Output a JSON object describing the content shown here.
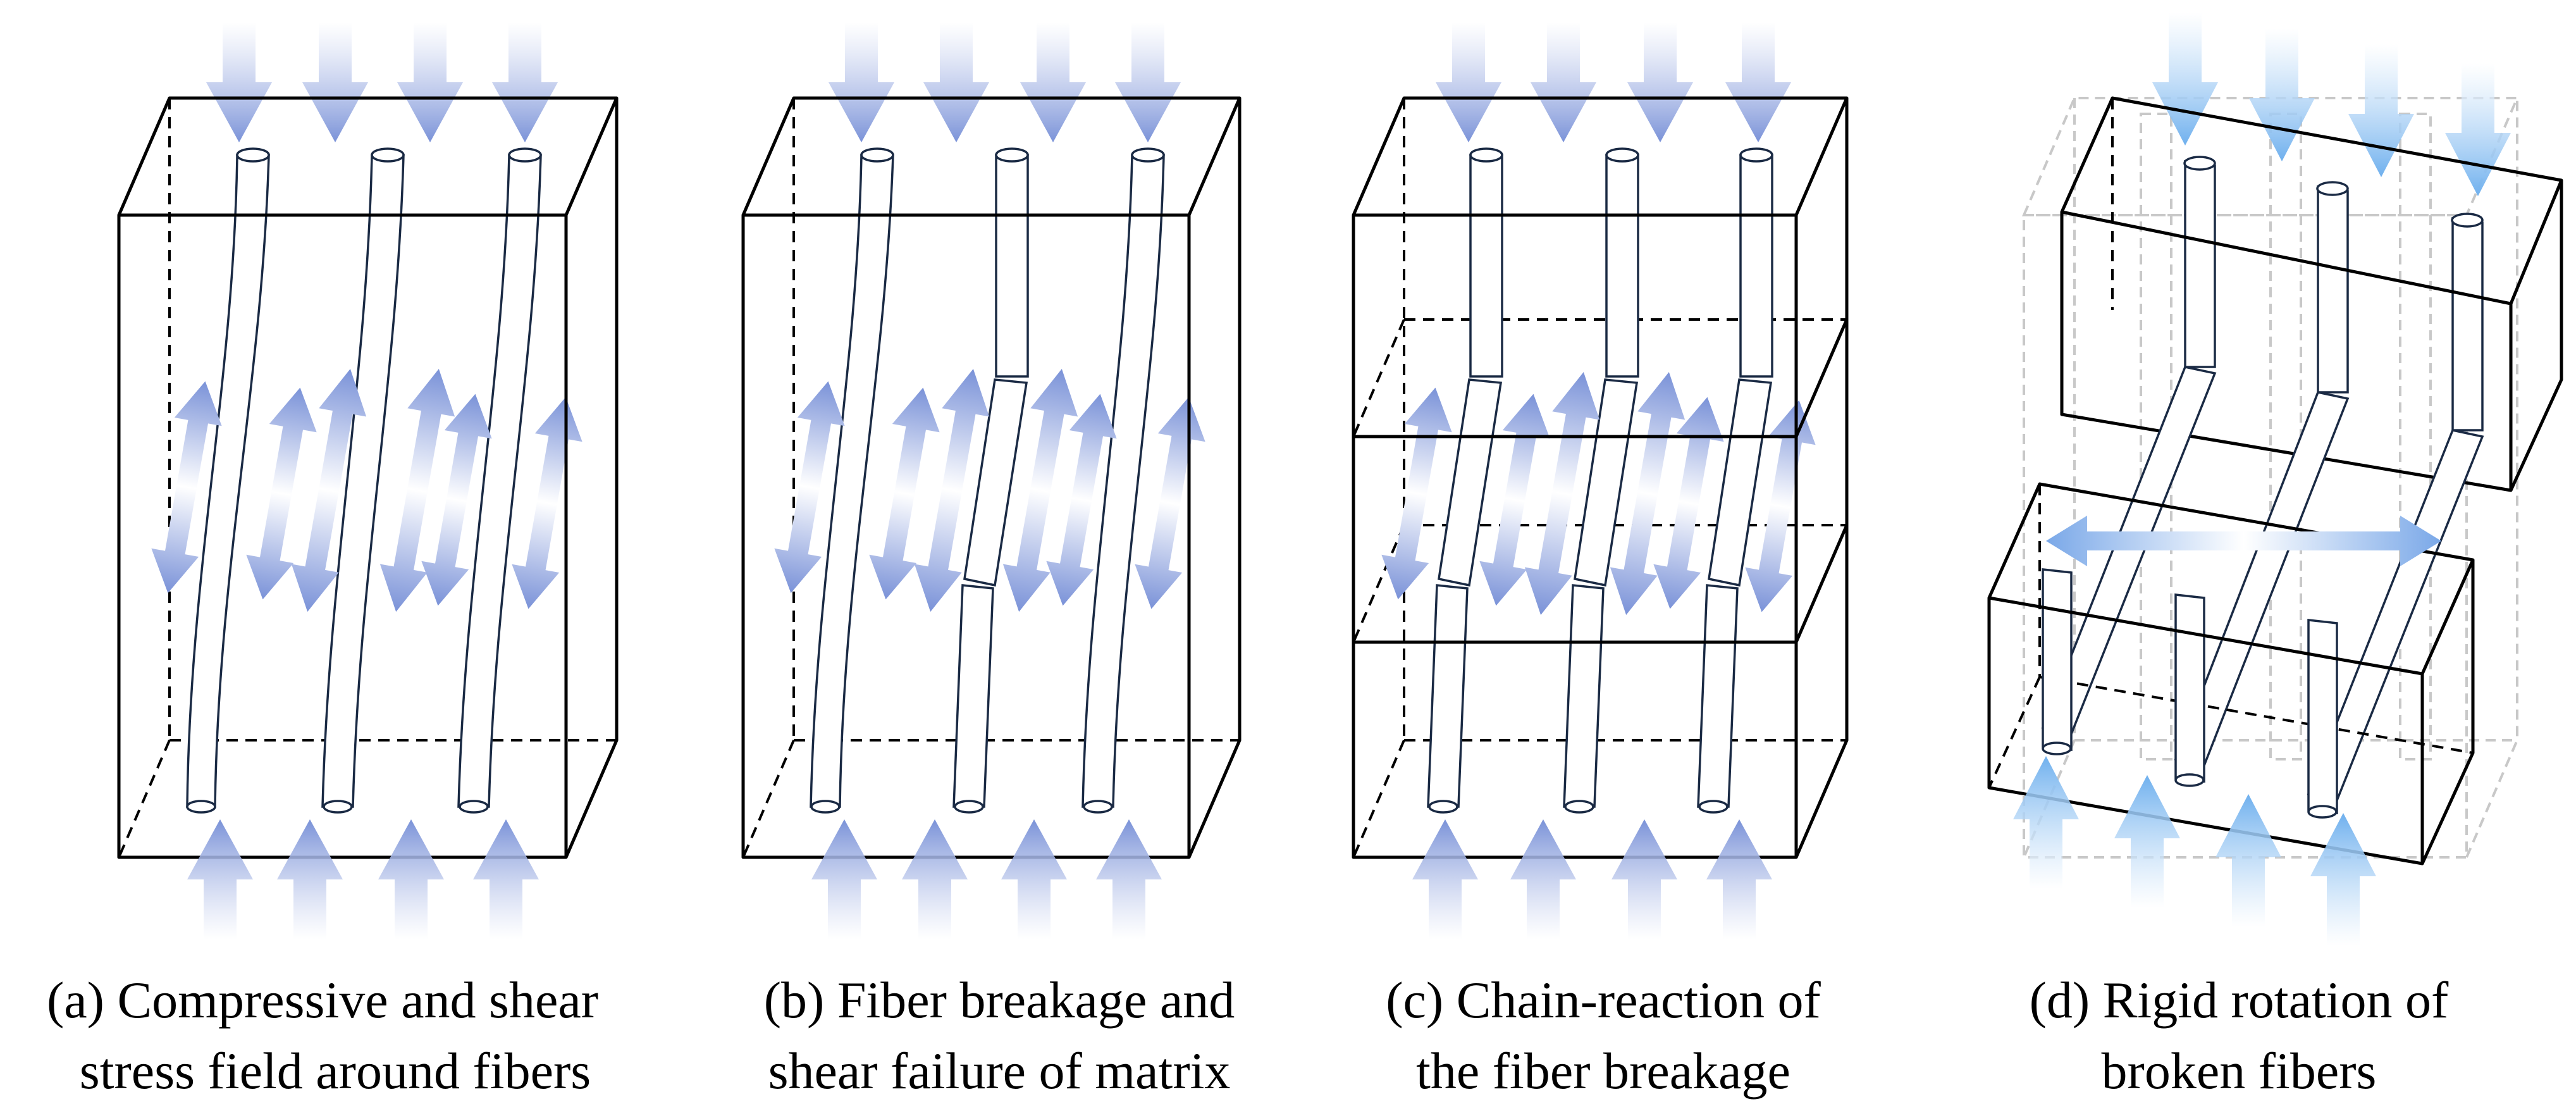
{
  "panels": [
    {
      "id": "a",
      "caption_line1": "(a) Compressive and shear",
      "caption_line2": "stress field around fibers"
    },
    {
      "id": "b",
      "caption_line1": "(b) Fiber breakage and",
      "caption_line2": "shear failure of matrix"
    },
    {
      "id": "c",
      "caption_line1": "(c) Chain-reaction of",
      "caption_line2": "the fiber breakage"
    },
    {
      "id": "d",
      "caption_line1": "(d) Rigid rotation of",
      "caption_line2": "broken fibers"
    }
  ],
  "colors": {
    "arrow_dark": "#7a92d8",
    "arrow_light": "#ffffff",
    "arrow_blue_d": "#6fb0ee",
    "edge": "#000000",
    "ghost": "#c8c8c8",
    "fiber_edge": "#1a2a44"
  }
}
